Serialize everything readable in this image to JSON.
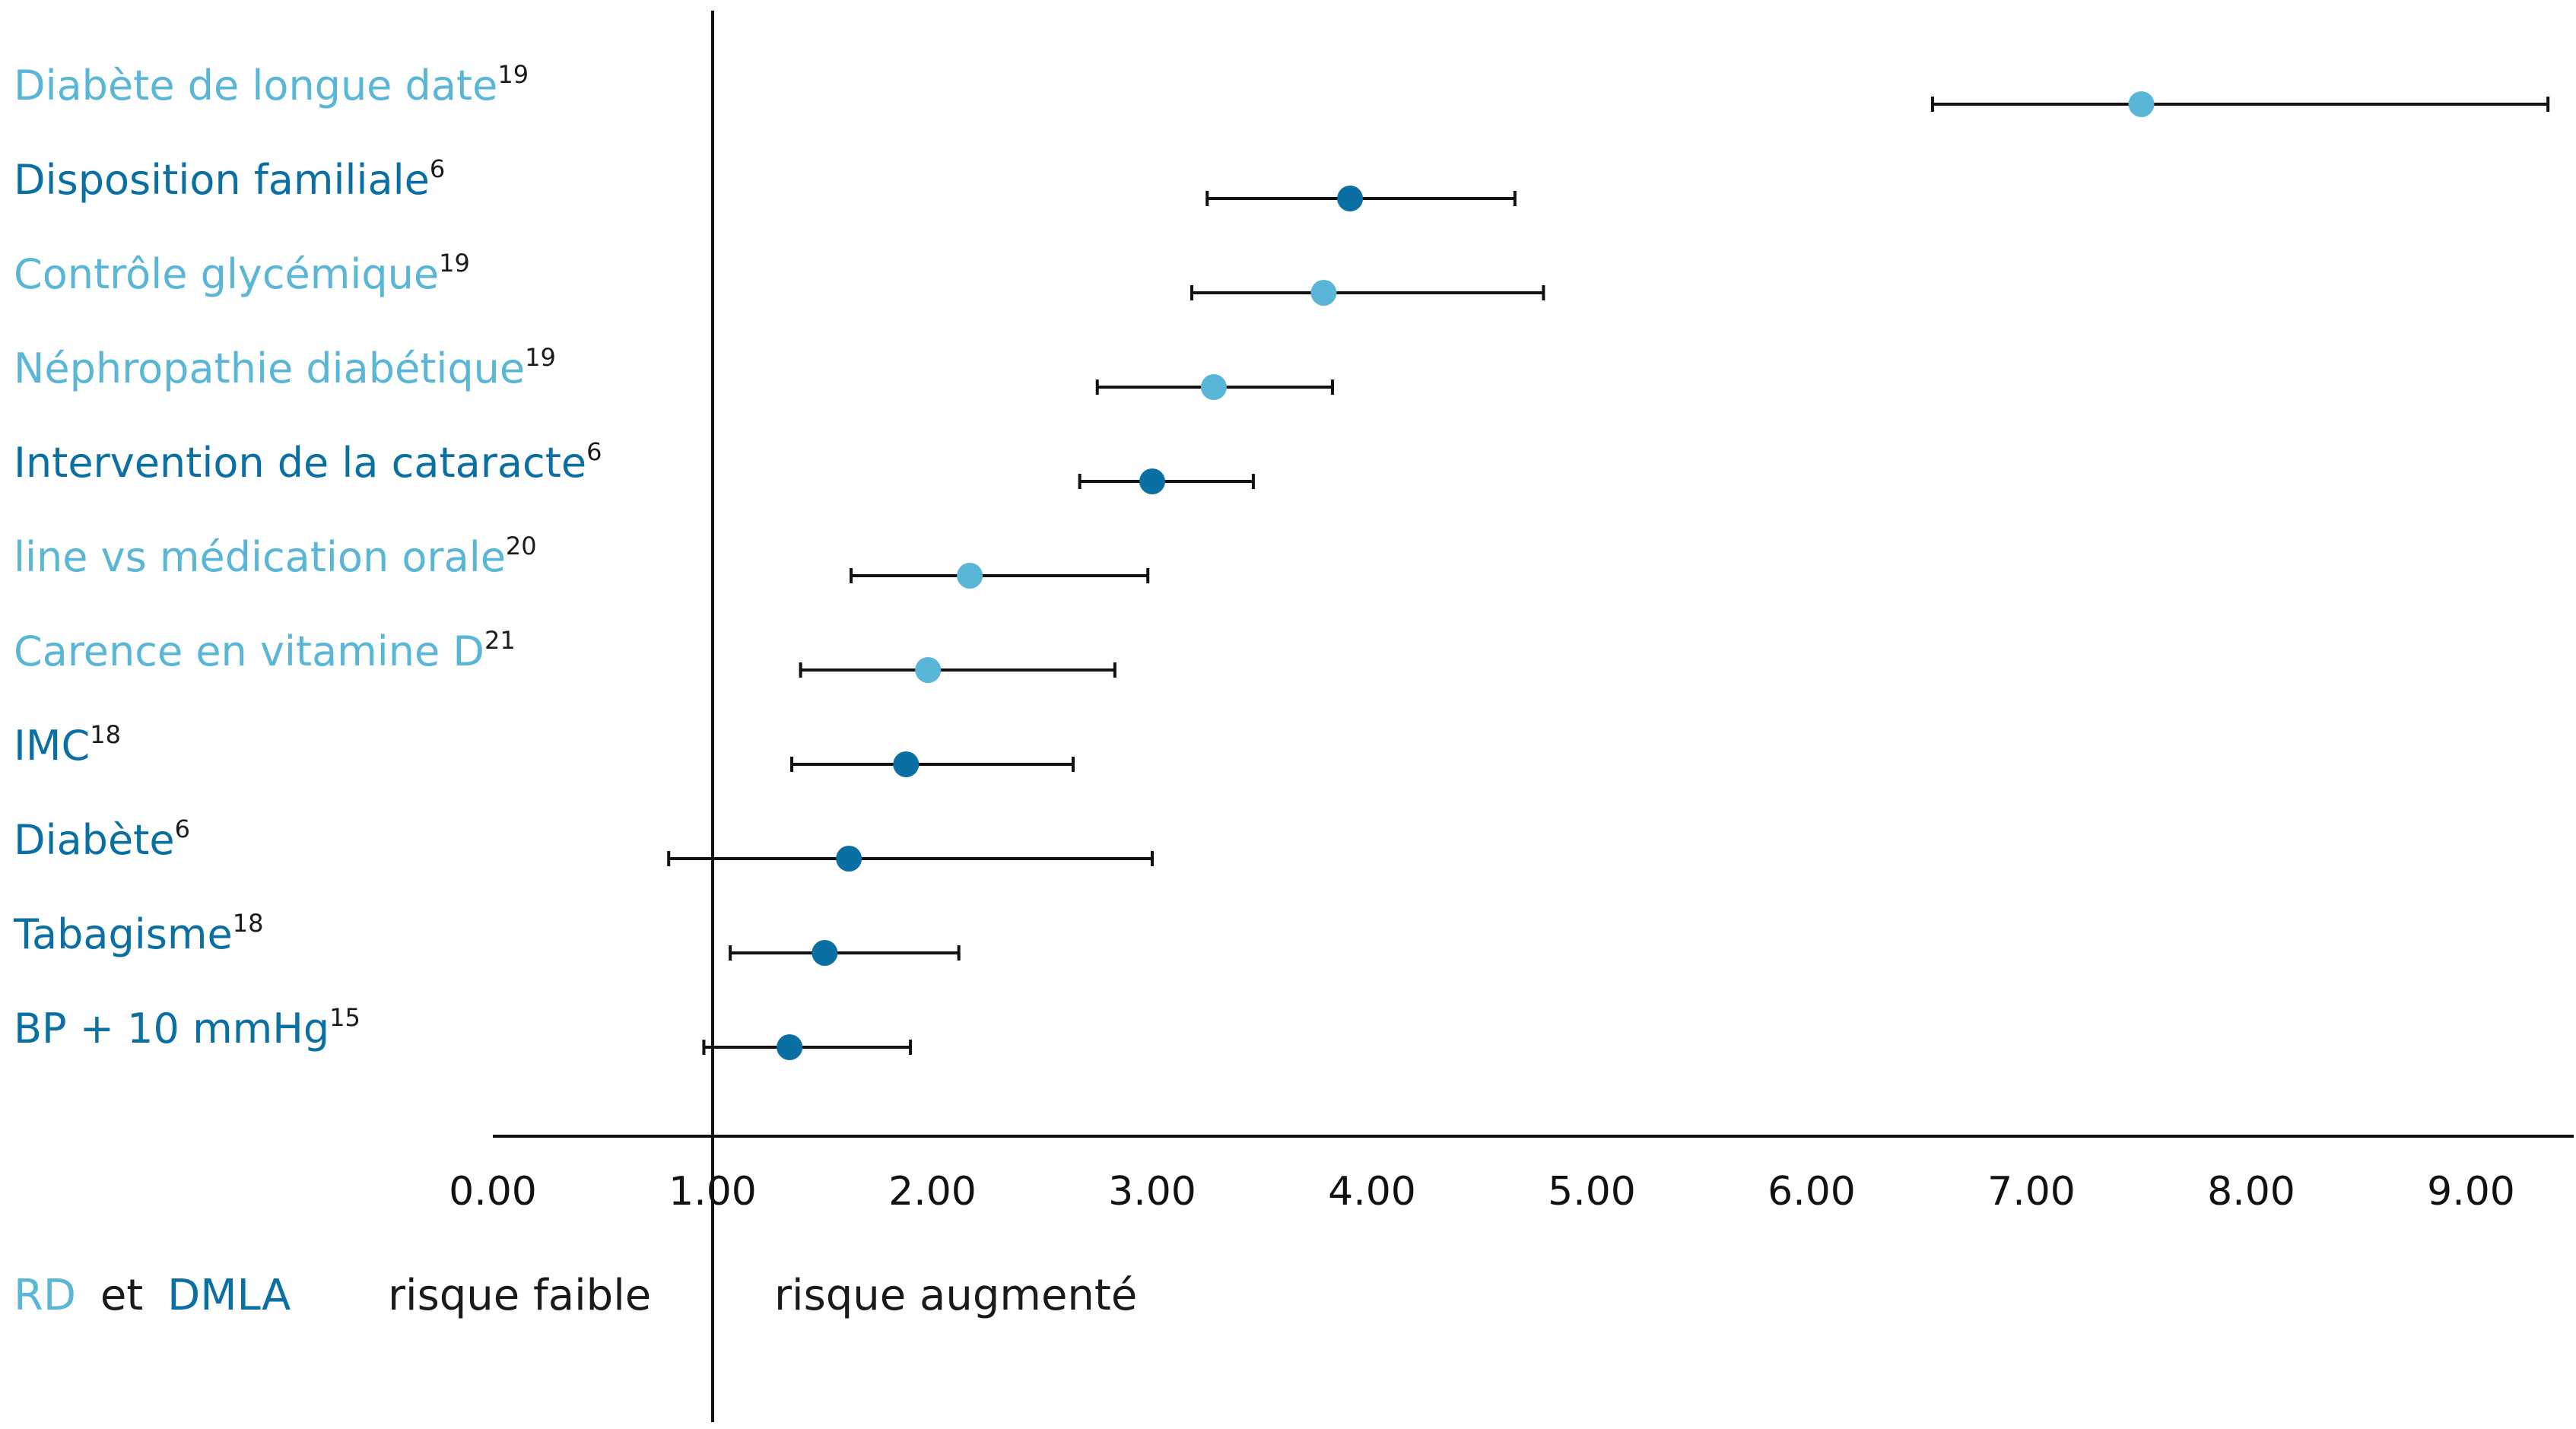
{
  "colors": {
    "rd": "#5ab6d6",
    "dmla": "#0a6fa3",
    "axis": "#111111",
    "text": "#1a1a1a"
  },
  "legend": {
    "rd": "RD",
    "connector": "et",
    "dmla": "DMLA",
    "low_risk": "risque faible",
    "high_risk": "risque augmenté"
  },
  "chart_data": {
    "type": "scatter",
    "subtype": "forest-plot",
    "title": "",
    "xlabel": "",
    "ylabel": "",
    "xlim": [
      0,
      9.5
    ],
    "reference_line": 1.0,
    "x_ticks": [
      "0.00",
      "1.00",
      "2.00",
      "3.00",
      "4.00",
      "5.00",
      "6.00",
      "7.00",
      "8.00",
      "9.00"
    ],
    "rows": [
      {
        "label": "Diabète de longue date",
        "ref": "19",
        "group": "RD",
        "estimate": 7.5,
        "ci_low": 6.55,
        "ci_high": 9.35
      },
      {
        "label": "Disposition familiale",
        "ref": "6",
        "group": "DMLA",
        "estimate": 3.9,
        "ci_low": 3.25,
        "ci_high": 4.65
      },
      {
        "label": "Contrôle glycémique",
        "ref": "19",
        "group": "RD",
        "estimate": 3.78,
        "ci_low": 3.18,
        "ci_high": 4.78
      },
      {
        "label": "Néphropathie diabétique",
        "ref": "19",
        "group": "RD",
        "estimate": 3.28,
        "ci_low": 2.75,
        "ci_high": 3.82
      },
      {
        "label": "Intervention de la cataracte",
        "ref": "6",
        "group": "DMLA",
        "estimate": 3.0,
        "ci_low": 2.67,
        "ci_high": 3.46
      },
      {
        "label": "line vs médication orale",
        "ref": "20",
        "group": "RD",
        "estimate": 2.17,
        "ci_low": 1.63,
        "ci_high": 2.98
      },
      {
        "label": "Carence en vitamine D",
        "ref": "21",
        "group": "RD",
        "estimate": 1.98,
        "ci_low": 1.4,
        "ci_high": 2.83
      },
      {
        "label": "IMC",
        "ref": "18",
        "group": "DMLA",
        "estimate": 1.88,
        "ci_low": 1.36,
        "ci_high": 2.64
      },
      {
        "label": "Diabète",
        "ref": "6",
        "group": "DMLA",
        "estimate": 1.62,
        "ci_low": 0.8,
        "ci_high": 3.0
      },
      {
        "label": "Tabagisme",
        "ref": "18",
        "group": "DMLA",
        "estimate": 1.51,
        "ci_low": 1.08,
        "ci_high": 2.12
      },
      {
        "label": "BP + 10 mmHg",
        "ref": "15",
        "group": "DMLA",
        "estimate": 1.35,
        "ci_low": 0.96,
        "ci_high": 1.9
      }
    ]
  }
}
